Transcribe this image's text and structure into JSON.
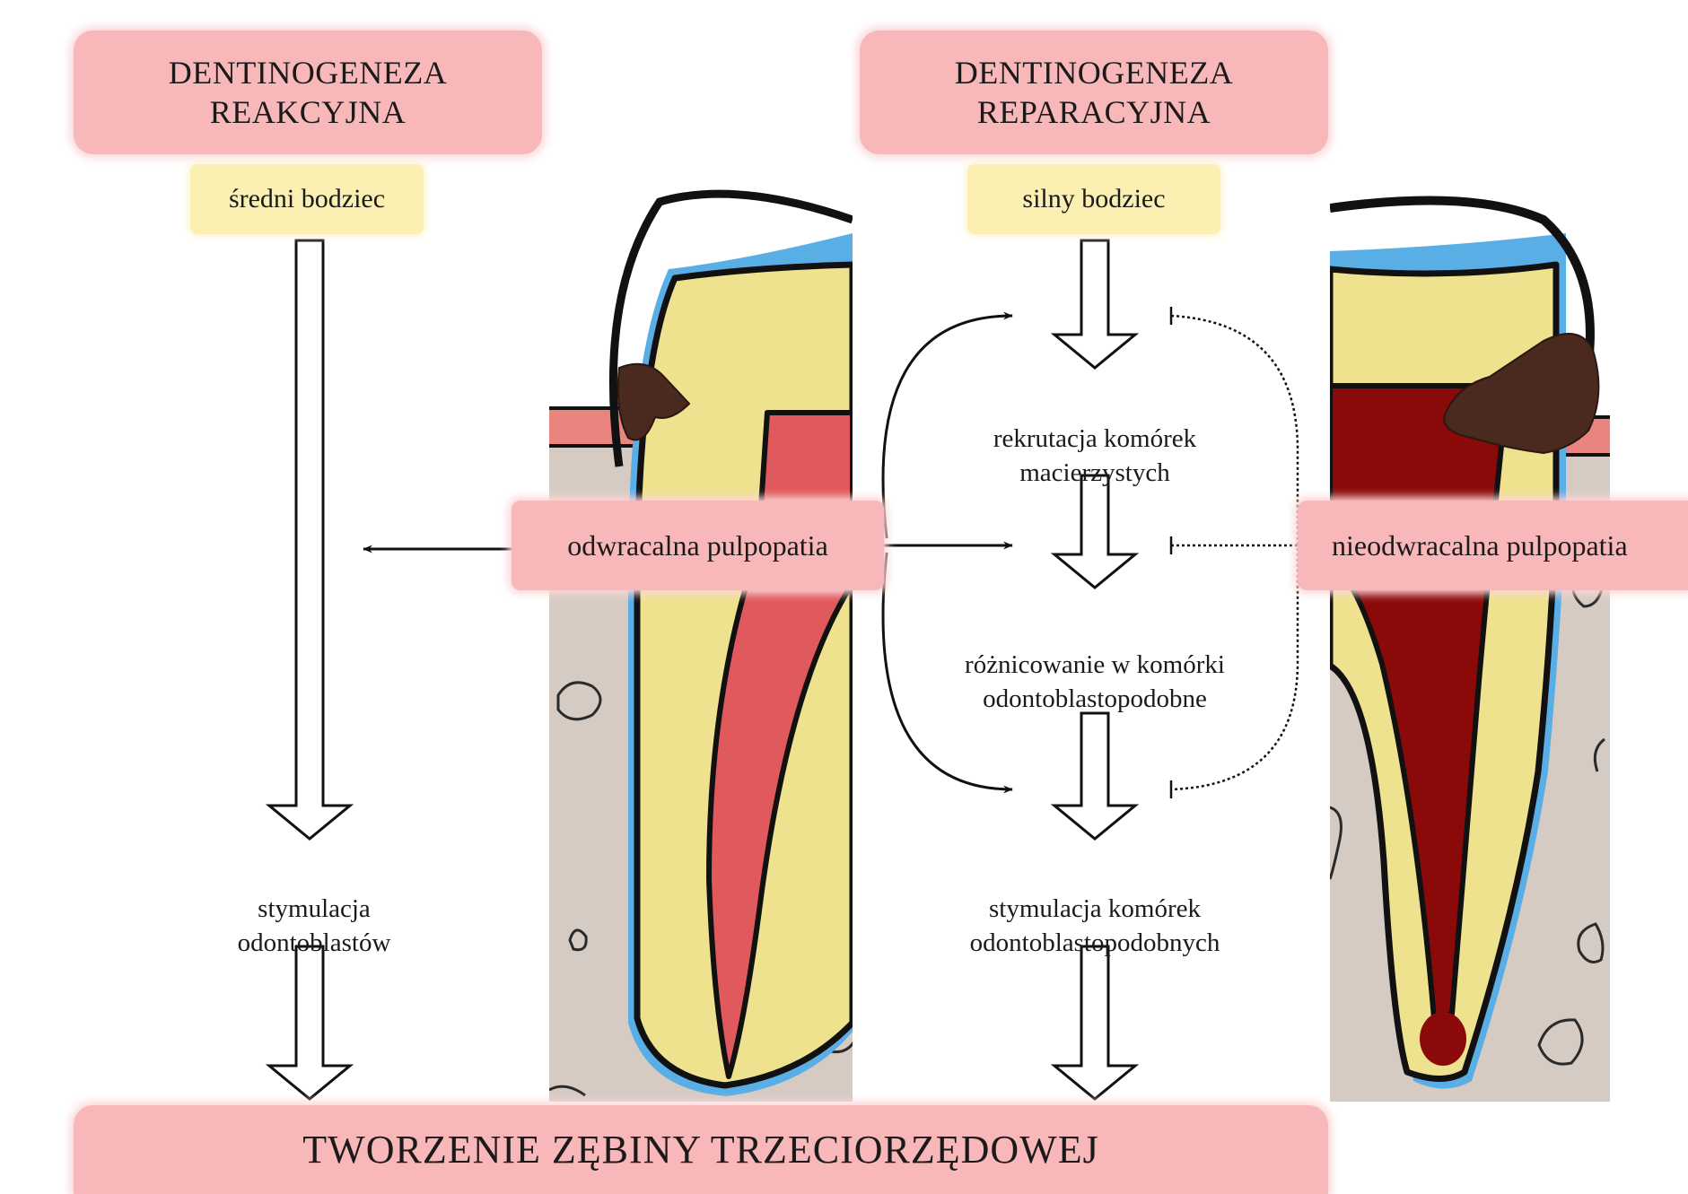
{
  "left_panel": {
    "title": "DENTINOGENEZA\nREAKCYJNA",
    "stimulus": "średni bodziec",
    "step": "stymulacja\nodontoblastów"
  },
  "right_panel": {
    "title": "DENTINOGENEZA\nREPARACYJNA",
    "stimulus": "silny bodziec",
    "steps": [
      "rekrutacja komórek\nmacierzystych",
      "różnicowanie w komórki\nodontoblastopodobne",
      "stymulacja komórek\nodontoblastopodobnych"
    ]
  },
  "conditions": {
    "reversible": "odwracalna pulpopatia",
    "irreversible": "nieodwracalna pulpopatia"
  },
  "result": "TWORZENIE ZĘBINY TRZECIORZĘDOWEJ",
  "colors": {
    "box_pink": "#f8b7b9",
    "box_yellow": "#fbefb2",
    "enamel_dentin": "#efe28e",
    "pulp_healthy": "#e0595c",
    "pulp_necrotic": "#8a0a0a",
    "caries": "#4a2a1e",
    "bone": "#d6cbc3",
    "gingiva": "#e8857e",
    "periodontal_ligament": "#5aaee6"
  }
}
